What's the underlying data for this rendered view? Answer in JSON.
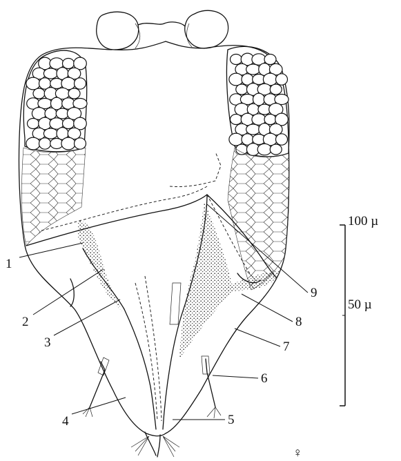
{
  "figure": {
    "callouts": [
      "1",
      "2",
      "3",
      "4",
      "5",
      "6",
      "7",
      "8",
      "9"
    ],
    "scale_bar": {
      "max_label": "100 µ",
      "mid_label": "50 µ"
    },
    "sex_symbol": "♀"
  }
}
